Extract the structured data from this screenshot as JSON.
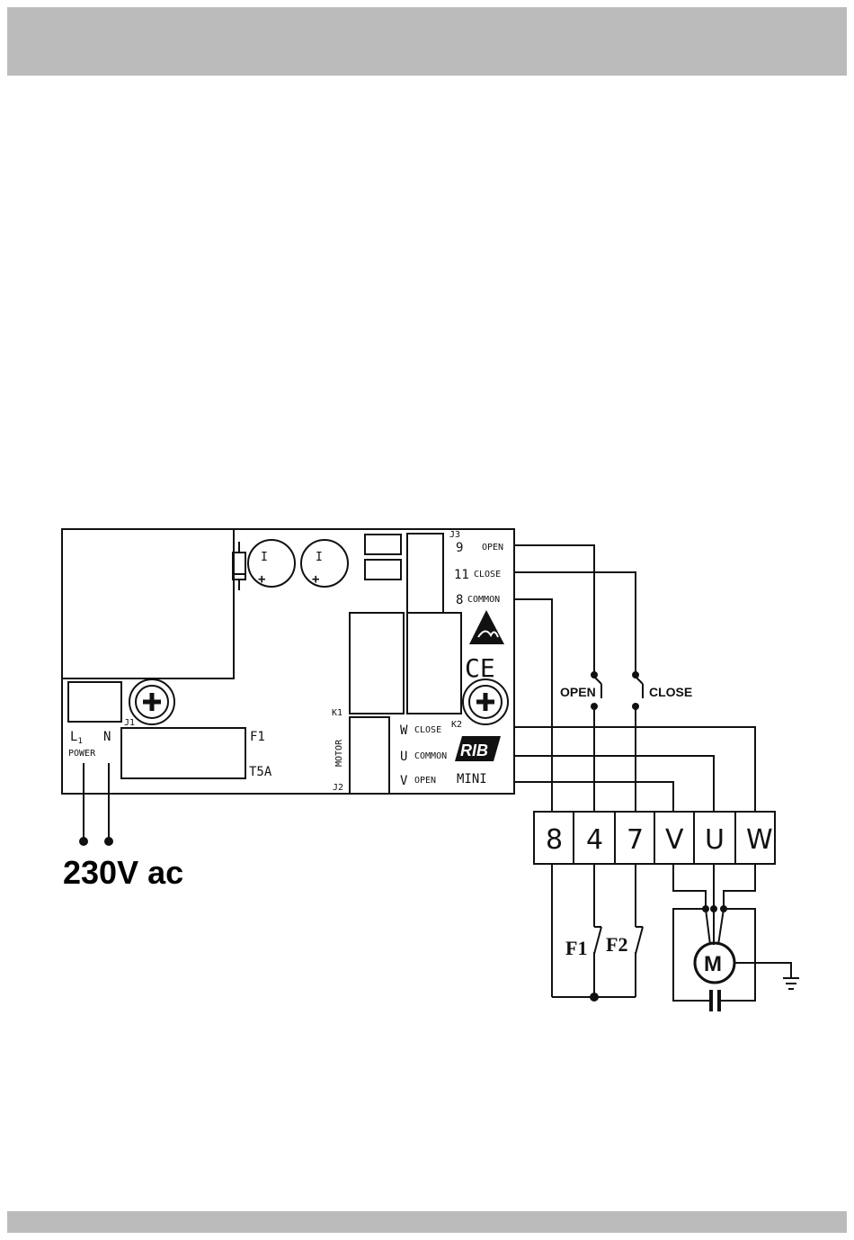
{
  "board": {
    "name": "MINI",
    "connectors": {
      "j1": "J1",
      "j2": "J2",
      "j3": "J3",
      "k1": "K1",
      "k2": "K2"
    },
    "fuse": {
      "label": "F1",
      "rating": "T5A"
    },
    "power": {
      "l": "L",
      "l_sub": "1",
      "n": "N",
      "caption": "POWER"
    },
    "motor_caption": "MOTOR",
    "limit_inputs": [
      {
        "num": "9",
        "name": "OPEN"
      },
      {
        "num": "11",
        "name": "CLOSE"
      },
      {
        "num": "8",
        "name": "COMMON"
      }
    ],
    "motor_outputs": [
      {
        "letter": "W",
        "name": "CLOSE"
      },
      {
        "letter": "U",
        "name": "COMMON"
      },
      {
        "letter": "V",
        "name": "OPEN"
      }
    ],
    "cap_minus": "I",
    "cap_plus": "+",
    "ce_mark": "CE",
    "logo_text": "RIB",
    "esd_icon": "esd-warning-icon"
  },
  "supply_label": "230V ac",
  "switches": {
    "open": "OPEN",
    "close": "CLOSE"
  },
  "terminals": [
    "8",
    "4",
    "7",
    "V",
    "U",
    "W"
  ],
  "limit_switches": {
    "f1": "F1",
    "f2": "F2"
  },
  "motor_symbol": "M",
  "colors": {
    "band": "#bbbbbb",
    "ink": "#111111"
  }
}
